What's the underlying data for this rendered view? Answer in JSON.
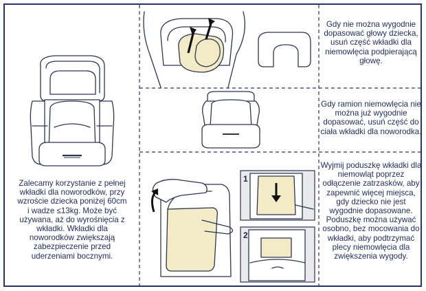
{
  "panels": {
    "left": {
      "text": "Zalecamy korzystanie z pełnej wkładki dla noworodków, przy wzroście dziecka poniżej 60cm i wadze ≤13kg. Może być używana, aż do wyrośnięcia z wkładki. Wkładki dla noworodków zwiększają zabezpieczenie przed uderzeniami bocznymi."
    },
    "head": {
      "text": "Gdy nie można wygodnie dopasować głowy dziecka, usuń część wkładki dla niemowlęcia podpierającą głowę."
    },
    "body": {
      "text": "Gdy ramion niemowlęcia nie można już wygodnie dopasować, usuń część do ciała wkładki dla noworodka."
    },
    "cushion": {
      "text": "Wyjmij poduszkę wkładki dla niemowląt poprzez odłączenie zatrzasków, aby zapewnić więcej miejsca, gdy dziecko nie jest wygodnie dopasowane. Poduszkę można używać osobno, bez mocowania do wkładki, aby podtrzymać plecy niemowlęcia dla zwiększenia wygody.",
      "step1": "1",
      "step2": "2"
    }
  },
  "colors": {
    "frame": "#27326e",
    "text": "#1f2a5c",
    "insert": "#f2ebc6",
    "divider": "#27326e"
  }
}
